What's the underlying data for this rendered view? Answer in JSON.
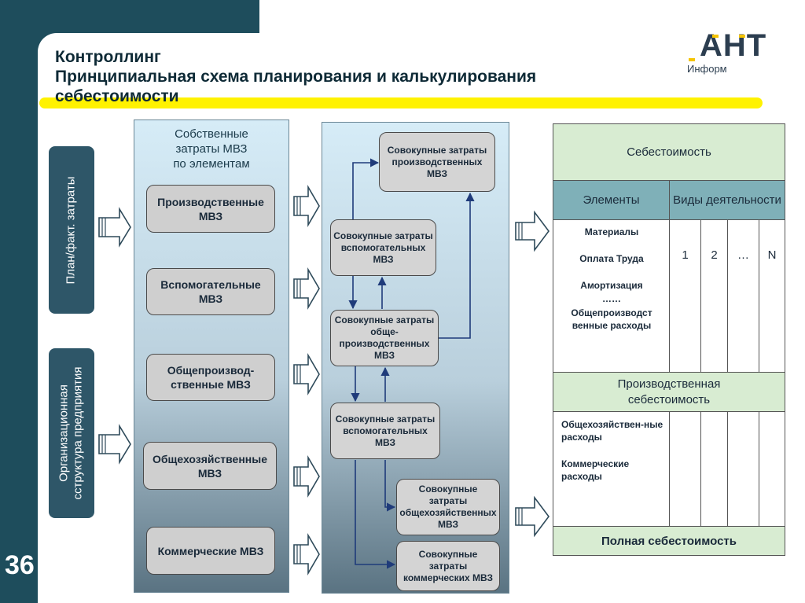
{
  "slide_number": "36",
  "title": {
    "line1": "Контроллинг",
    "line2": "Принципиальная схема планирования и калькулирования",
    "line3": "себестоимости"
  },
  "logo": {
    "main": "АНТ",
    "sub": "Информ"
  },
  "left_pills": {
    "plan": "План/факт. затраты",
    "org_line1": "Организационная",
    "org_line2": "сструктура предприятия"
  },
  "col1": {
    "header_line1": "Собственные",
    "header_line2": "затраты МВЗ",
    "header_line3": "по элементам",
    "boxes": [
      "Производственные МВЗ",
      "Вспомогательные МВЗ",
      "Общепроизвод-ственные МВЗ",
      "Общехозяйственные МВЗ",
      "Коммерческие МВЗ"
    ]
  },
  "col2": {
    "boxes": [
      "Совокупные затраты производственных МВЗ",
      "Совокупные затраты вспомогательных МВЗ",
      "Совокупные затраты обще-производственных МВЗ",
      "Совокупные затраты вспомогательных МВЗ",
      "Совокупные затраты общехозяйственных МВЗ",
      "Совокупные затраты коммерческих МВЗ"
    ]
  },
  "table": {
    "header": "Себестоимость",
    "col_elements": "Элементы",
    "col_activities": "Виды деятельности",
    "rows1": [
      "Материалы",
      "Оплата Труда",
      "Амортизация",
      "……",
      "Общепроизводст венные расходы"
    ],
    "activity_labels": [
      "1",
      "2",
      "…",
      "N"
    ],
    "production_cost": "Производственная себестоимость",
    "rows2": [
      "Общехозяйствен-ные расходы",
      "Коммерческие расходы"
    ],
    "full_cost": "Полная себестоимость"
  }
}
